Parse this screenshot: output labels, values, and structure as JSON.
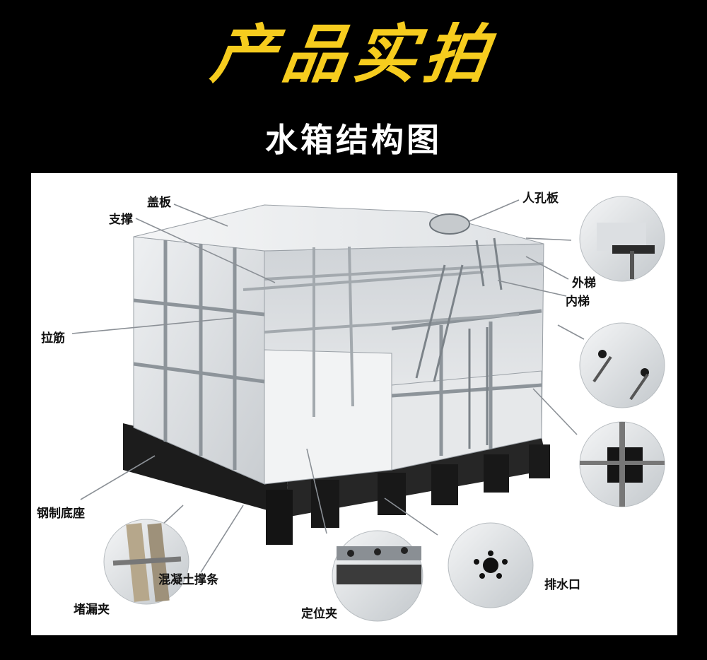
{
  "banner": {
    "title": "产品实拍"
  },
  "subtitle": "水箱结构图",
  "labels": {
    "cover": "盖板",
    "support": "支撑",
    "tie_bar": "拉筋",
    "manhole": "人孔板",
    "outer_ladder": "外梯",
    "inner_ladder": "内梯",
    "steel_base": "钢制底座",
    "concrete_strip": "混凝土撑条",
    "leak_clamp": "堵漏夹",
    "locating_clamp": "定位夹",
    "drain": "排水口"
  },
  "colors": {
    "title": "#f6cc1e",
    "subtitle": "#ffffff",
    "background": "#000000",
    "panel": "#ffffff",
    "base": "#1c1c1c",
    "tank": "#e4e7ea"
  }
}
